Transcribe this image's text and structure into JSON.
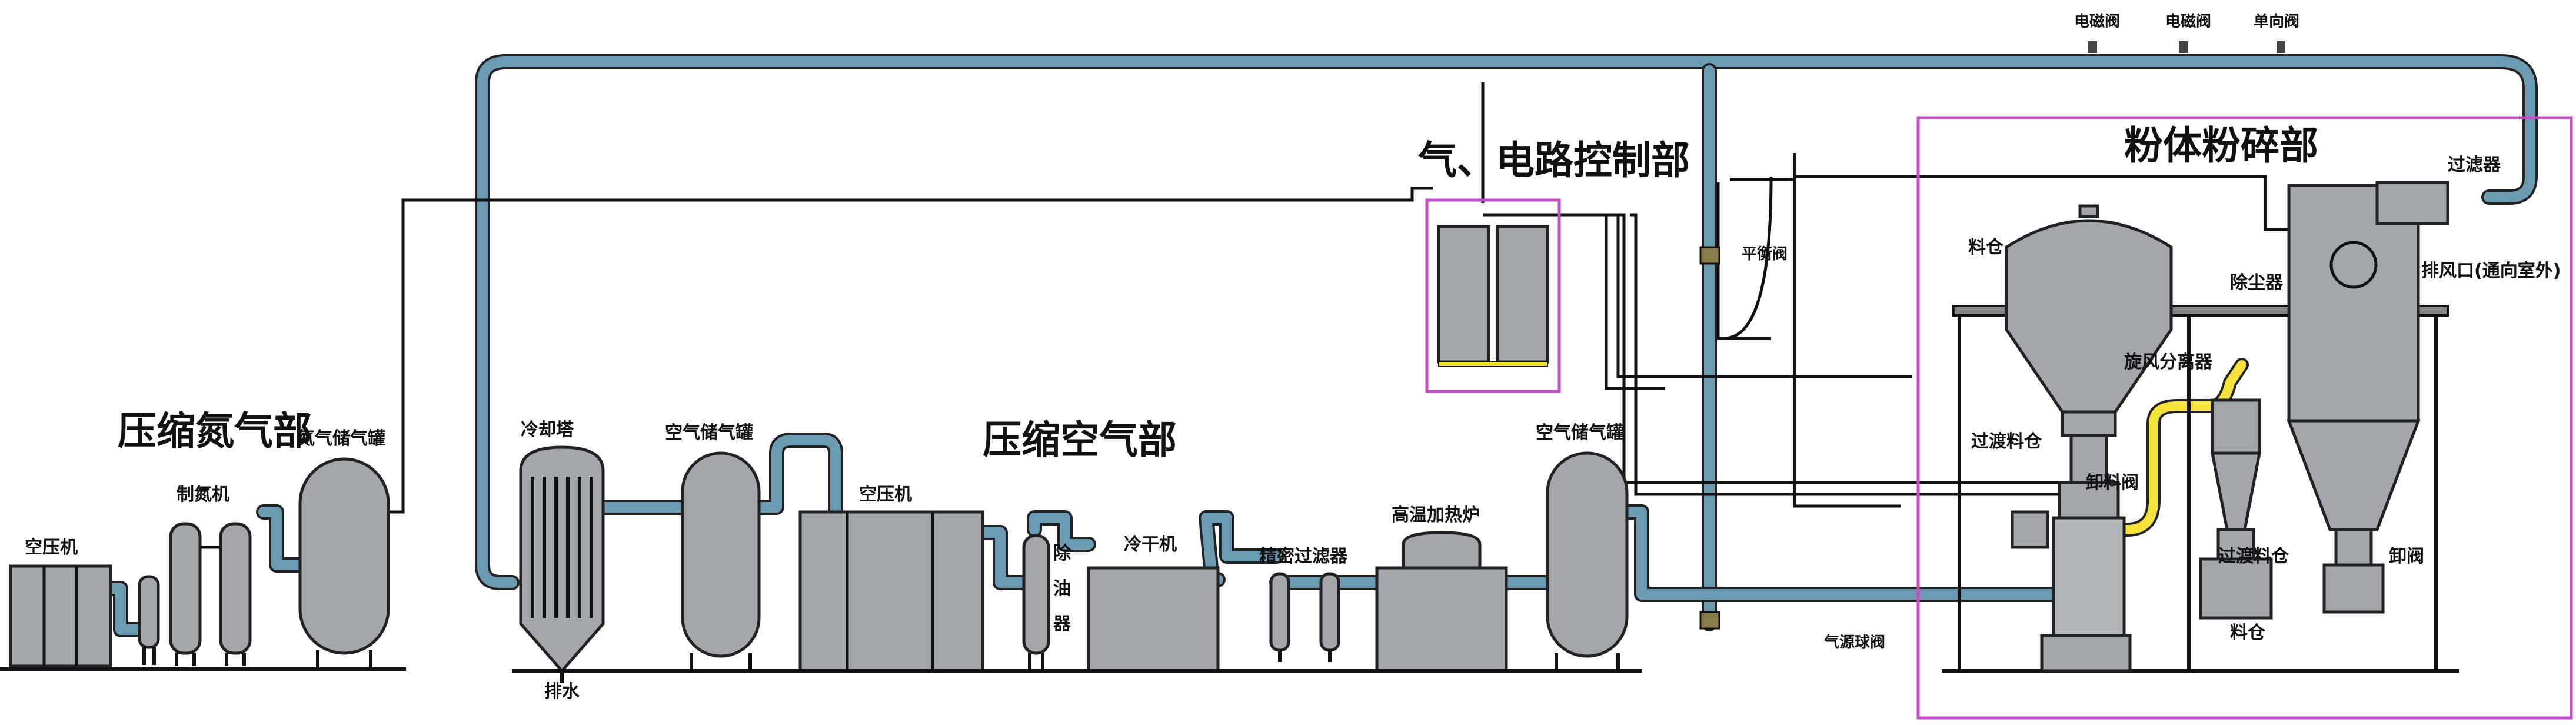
{
  "labels": {
    "air_compressor_n2": "空压机",
    "n2_section": "压缩氮气部",
    "n2_generator": "制氮机",
    "n2_tank": "氮气储气罐",
    "cooling_tower": "冷却塔",
    "air_tank_1": "空气储气罐",
    "air_section": "压缩空气部",
    "air_compressor": "空压机",
    "separator": "除油器",
    "dryer": "冷干机",
    "precision_filter": "精密过滤器",
    "high_temp_heater": "高温加热炉",
    "air_tank_2": "空气储气罐",
    "drain": "排水",
    "electric_control": "气、电路控制部",
    "powder_section": "粉体粉碎部",
    "valve_1": "电磁阀",
    "valve_2": "电磁阀",
    "check_valve": "单向阀",
    "filter": "过滤器",
    "feed_bin": "料仓",
    "dust_collector": "除尘器",
    "exhaust_port": "排风口(通向室外)",
    "cyclone": "旋风分离器",
    "screw_feeder": "过渡料仓",
    "feed_valve": "卸料阀",
    "transition_bin": "过渡料仓",
    "discharge_valve": "卸阀",
    "finished_bin": "料仓",
    "relief_valve": "平衡阀",
    "gas_valve": "气源球阀"
  },
  "colors": {
    "pipe": "#6a9bb3",
    "equipment": "#a3a6aa",
    "frame": "#c24fc4",
    "yellow_pipe": "#f2e23a"
  }
}
